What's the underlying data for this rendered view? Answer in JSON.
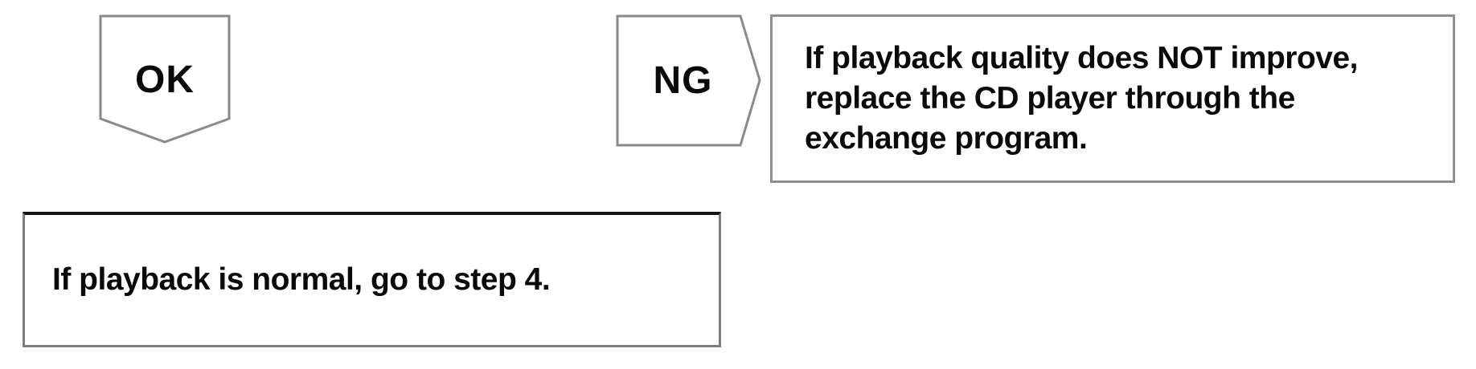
{
  "page": {
    "background": "#ffffff",
    "line_color": "#8a8a8a",
    "text_color": "#0a0a0a"
  },
  "flowchart": {
    "ok_connector": {
      "label": "OK"
    },
    "ng_connector": {
      "label": "NG"
    },
    "ng_result_box": {
      "lines": [
        "If playback quality does NOT improve,",
        "replace the CD player through the",
        "exchange program."
      ]
    },
    "ok_result_box": {
      "text": "If playback is normal, go to step 4."
    }
  }
}
